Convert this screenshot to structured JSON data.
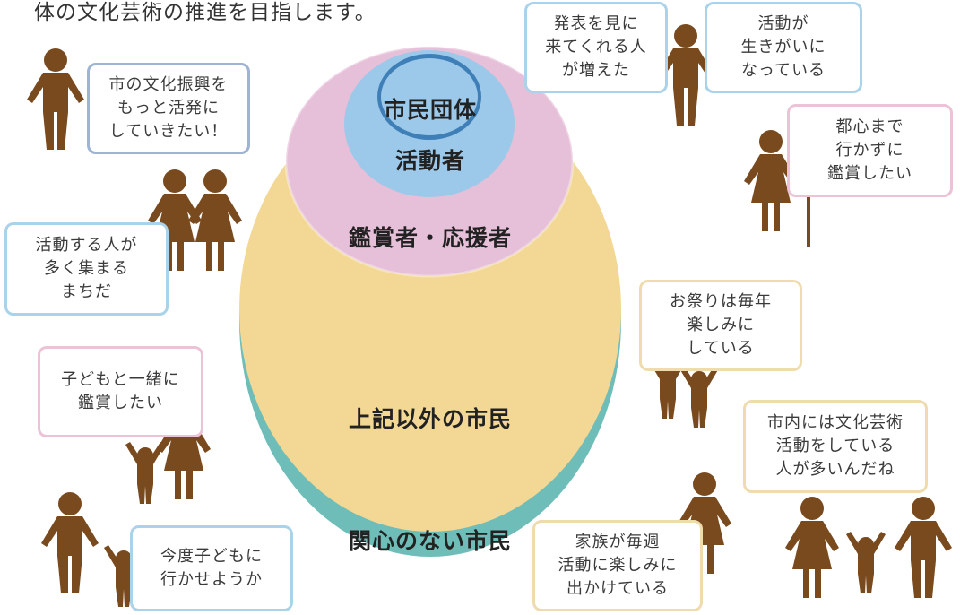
{
  "intro_text": "体の文化芸術の推進を目指します。",
  "rings": {
    "core": "市民団体",
    "activists": "活動者",
    "appreciators": "鑑賞者・応援者",
    "others": "上記以外の市民",
    "uninterested": "関心のない市民"
  },
  "bubbles": {
    "promote_culture": "市の文化振興を\nもっと活発に\nしていきたい！",
    "many_active_people": "活動する人が\n多く集まる\nまちだ",
    "with_children": "子どもと一緒に\n鑑賞したい",
    "next_time_children": "今度子どもに\n行かせようか",
    "more_visitors": "発表を見に\n来てくれる人\nが増えた",
    "purpose_in_life": "活動が\n生きがいに\nなっている",
    "without_downtown": "都心まで\n行かずに\n鑑賞したい",
    "festival": "お祭りは毎年\n楽しみに\nしている",
    "many_artists": "市内には文化芸術\n活動をしている\n人が多いんだね",
    "family_weekly": "家族が毎週\n活動に楽しみに\n出かけている"
  },
  "colors": {
    "figure": "#7a4a1f",
    "core": "#9cc9ea",
    "core_dark": "#3f7fb8",
    "pink": "#e6bfd8",
    "yellow": "#f2d894",
    "teal": "#6fbdb8"
  }
}
